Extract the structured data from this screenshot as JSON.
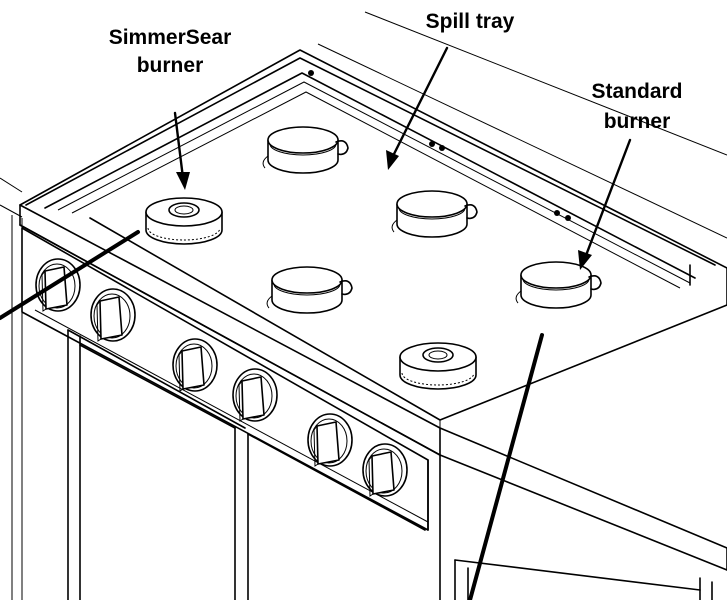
{
  "labels": {
    "simmersear_line1": "SimmerSear",
    "simmersear_line2": "burner",
    "spill_tray": "Spill tray",
    "standard_line1": "Standard",
    "standard_line2": "burner"
  }
}
